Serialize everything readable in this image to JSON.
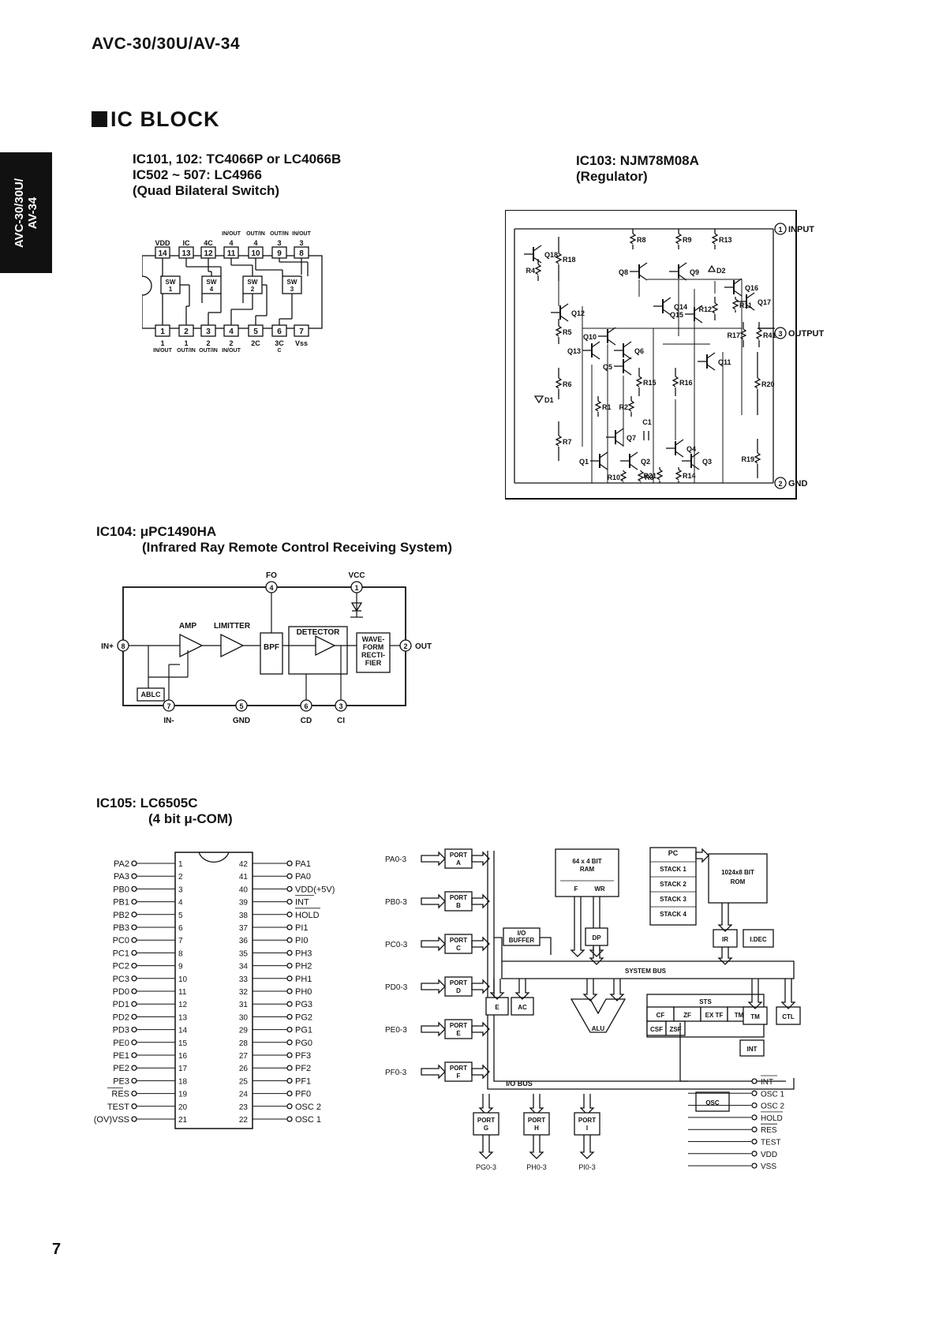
{
  "header": "AVC-30/30U/AV-34",
  "side_tab": {
    "line1": "AVC-30/30U/",
    "line2": "AV-34"
  },
  "section_title": "IC BLOCK",
  "page_number": "7",
  "ic101": {
    "title_lines": [
      "IC101, 102: TC4066P or LC4066B",
      "IC502 ~ 507: LC4966",
      "(Quad Bilateral Switch)"
    ],
    "top_pins": [
      "14",
      "13",
      "12",
      "11",
      "10",
      "9",
      "8"
    ],
    "top_labels": [
      "VDD",
      "IC",
      "4C",
      "4",
      "4",
      "3",
      "3"
    ],
    "top_super": [
      "IN/OUT",
      "OUT/IN",
      "OUT/IN",
      "IN/OUT"
    ],
    "bottom_pins": [
      "1",
      "2",
      "3",
      "4",
      "5",
      "6",
      "7"
    ],
    "bottom_labels": [
      "1",
      "1",
      "2",
      "2",
      "2C",
      "3C",
      "Vss"
    ],
    "bottom_sub": [
      "IN/OUT",
      "OUT/IN",
      "OUT/IN",
      "IN/OUT",
      "C"
    ],
    "switches": [
      {
        "l1": "SW",
        "l2": "1"
      },
      {
        "l1": "SW",
        "l2": "4"
      },
      {
        "l1": "SW",
        "l2": "2"
      },
      {
        "l1": "SW",
        "l2": "3"
      }
    ]
  },
  "ic103": {
    "title_lines": [
      "IC103: NJM78M08A",
      "(Regulator)"
    ],
    "pins": [
      {
        "num": "1",
        "label": "INPUT"
      },
      {
        "num": "3",
        "label": "OUTPUT"
      },
      {
        "num": "2",
        "label": "GND"
      }
    ],
    "labels": [
      "Q18",
      "R4",
      "R18",
      "R8",
      "Q8",
      "R9",
      "Q9",
      "R13",
      "D2",
      "Q16",
      "Q17",
      "R12",
      "R11",
      "Q14",
      "Q15",
      "R17",
      "R41",
      "Q12",
      "R5",
      "Q10",
      "Q13",
      "Q6",
      "Q5",
      "R15",
      "R16",
      "R20",
      "R6",
      "Q11",
      "D1",
      "R1",
      "R2",
      "C1",
      "Q7",
      "Q4",
      "Q1",
      "Q2",
      "Q3",
      "R7",
      "R19",
      "R10",
      "R3",
      "R21",
      "R14"
    ]
  },
  "ic104": {
    "title_lines": [
      "IC104: μPC1490HA",
      "(Infrared Ray Remote Control Receiving System)"
    ],
    "blocks": {
      "amp": "AMP",
      "limiter": "LIMITTER",
      "bpf": "BPF",
      "detector": "DETECTOR",
      "wave": [
        "WAVE-",
        "FORM",
        "RECTI-",
        "FIER"
      ],
      "ablc": "ABLC"
    },
    "pins": [
      {
        "num": "4",
        "label": "FO"
      },
      {
        "num": "1",
        "label": "VCC"
      },
      {
        "num": "8",
        "label": "IN+"
      },
      {
        "num": "2",
        "label": "OUT"
      },
      {
        "num": "7",
        "label": "IN-"
      },
      {
        "num": "5",
        "label": "GND"
      },
      {
        "num": "6",
        "label": "CD"
      },
      {
        "num": "3",
        "label": "CI"
      }
    ]
  },
  "ic105": {
    "title_lines": [
      "IC105:  LC6505C",
      "(4 bit μ-COM)"
    ],
    "left_pins": [
      {
        "n": "1",
        "s": "PA2"
      },
      {
        "n": "2",
        "s": "PA3"
      },
      {
        "n": "3",
        "s": "PB0"
      },
      {
        "n": "4",
        "s": "PB1"
      },
      {
        "n": "5",
        "s": "PB2"
      },
      {
        "n": "6",
        "s": "PB3"
      },
      {
        "n": "7",
        "s": "PC0"
      },
      {
        "n": "8",
        "s": "PC1"
      },
      {
        "n": "9",
        "s": "PC2"
      },
      {
        "n": "10",
        "s": "PC3"
      },
      {
        "n": "11",
        "s": "PD0"
      },
      {
        "n": "12",
        "s": "PD1"
      },
      {
        "n": "13",
        "s": "PD2"
      },
      {
        "n": "14",
        "s": "PD3"
      },
      {
        "n": "15",
        "s": "PE0"
      },
      {
        "n": "16",
        "s": "PE1"
      },
      {
        "n": "17",
        "s": "PE2"
      },
      {
        "n": "18",
        "s": "PE3"
      },
      {
        "n": "19",
        "s": "RES"
      },
      {
        "n": "20",
        "s": "TEST"
      },
      {
        "n": "21",
        "s": "(OV)VSS"
      }
    ],
    "right_pins": [
      {
        "n": "42",
        "s": "PA1"
      },
      {
        "n": "41",
        "s": "PA0"
      },
      {
        "n": "40",
        "s": "VDD(+5V)"
      },
      {
        "n": "39",
        "s": "INT"
      },
      {
        "n": "38",
        "s": "HOLD"
      },
      {
        "n": "37",
        "s": "PI1"
      },
      {
        "n": "36",
        "s": "PI0"
      },
      {
        "n": "35",
        "s": "PH3"
      },
      {
        "n": "34",
        "s": "PH2"
      },
      {
        "n": "33",
        "s": "PH1"
      },
      {
        "n": "32",
        "s": "PH0"
      },
      {
        "n": "31",
        "s": "PG3"
      },
      {
        "n": "30",
        "s": "PG2"
      },
      {
        "n": "29",
        "s": "PG1"
      },
      {
        "n": "28",
        "s": "PG0"
      },
      {
        "n": "27",
        "s": "PF3"
      },
      {
        "n": "26",
        "s": "PF2"
      },
      {
        "n": "25",
        "s": "PF1"
      },
      {
        "n": "24",
        "s": "PF0"
      },
      {
        "n": "23",
        "s": "OSC 2"
      },
      {
        "n": "22",
        "s": "OSC 1"
      }
    ],
    "ports": [
      {
        "sig": "PA0-3",
        "l1": "PORT",
        "l2": "A"
      },
      {
        "sig": "PB0-3",
        "l1": "PORT",
        "l2": "B"
      },
      {
        "sig": "PC0-3",
        "l1": "PORT",
        "l2": "C"
      },
      {
        "sig": "PD0-3",
        "l1": "PORT",
        "l2": "D"
      },
      {
        "sig": "PE0-3",
        "l1": "PORT",
        "l2": "E"
      },
      {
        "sig": "PF0-3",
        "l1": "PORT",
        "l2": "F"
      }
    ],
    "bottom_ports": [
      {
        "sig": "PG0-3",
        "l1": "PORT",
        "l2": "G"
      },
      {
        "sig": "PH0-3",
        "l1": "PORT",
        "l2": "H"
      },
      {
        "sig": "PI0-3",
        "l1": "PORT",
        "l2": "I"
      }
    ],
    "blocks": {
      "ram": [
        "64 x 4 BIT",
        "RAM"
      ],
      "ram_f": "F",
      "ram_wr": "WR",
      "pc": "PC",
      "stacks": [
        "STACK 1",
        "STACK 2",
        "STACK 3",
        "STACK 4"
      ],
      "rom": [
        "1024x8 BIT",
        "ROM"
      ],
      "io_buffer": [
        "I/O",
        "BUFFER"
      ],
      "dp": "DP",
      "ir": "IR",
      "idec": "I.DEC",
      "system_bus": "SYSTEM BUS",
      "e": "E",
      "ac": "AC",
      "alu": "ALU",
      "sts": "STS",
      "flags_top": [
        "CF",
        "ZF",
        "EX TF",
        "TMF"
      ],
      "flags_bot": [
        "CSF",
        "ZSF"
      ],
      "tm": "TM",
      "ctl": "CTL",
      "int": "INT",
      "io_bus": "I/O BUS",
      "osc": "OSC"
    },
    "right_signals": [
      "INT",
      "OSC 1",
      "OSC 2",
      "HOLD",
      "RES",
      "TEST",
      "VDD",
      "VSS"
    ]
  }
}
